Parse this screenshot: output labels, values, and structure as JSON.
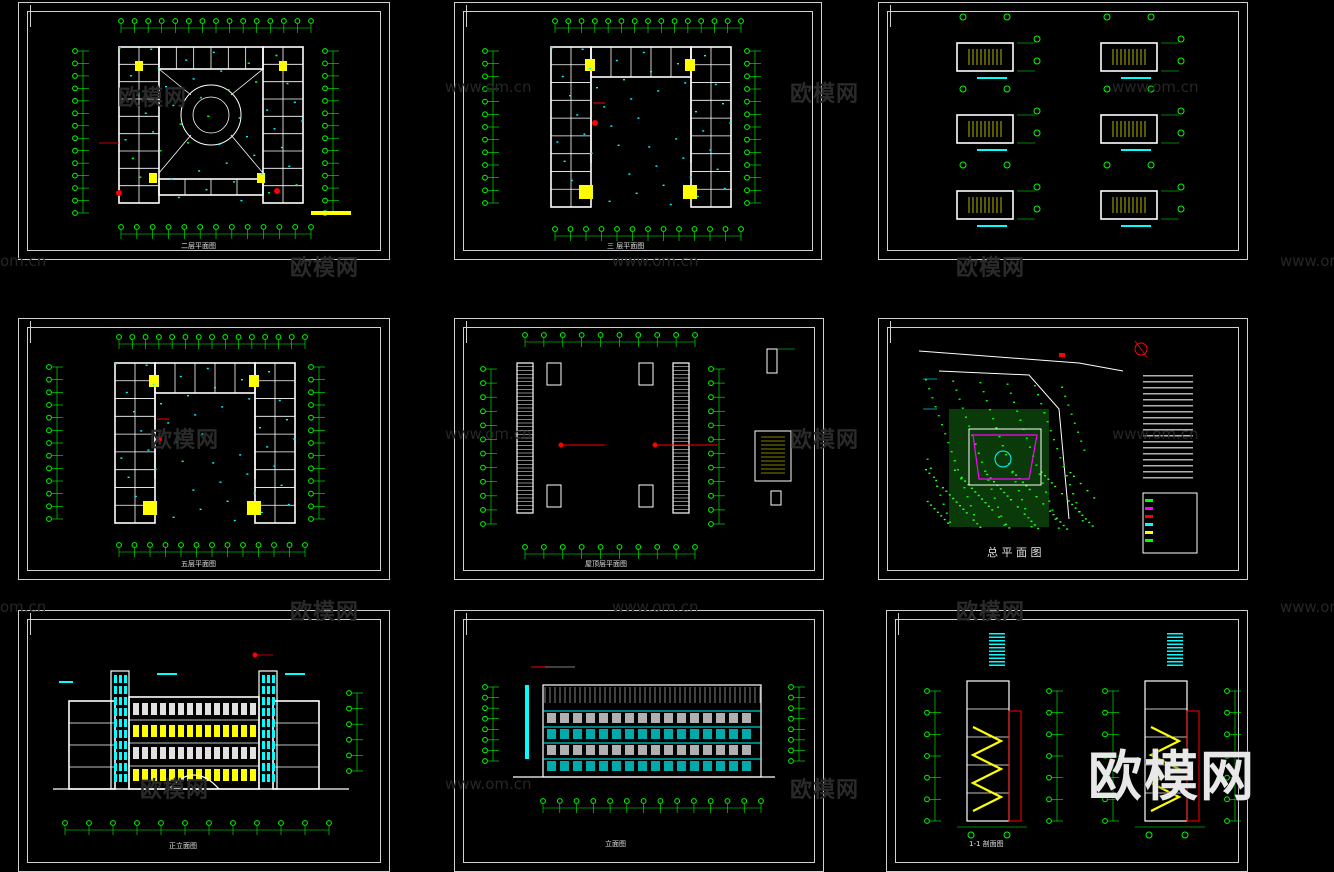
{
  "watermark": {
    "brand": "欧模网",
    "url": "www.om.cn",
    "url_fragment": "om.cn",
    "big": "欧模网"
  },
  "sheets": [
    {
      "id": "s1",
      "kind": "floor-plan-courtyard-round",
      "caption": "二层平面图"
    },
    {
      "id": "s2",
      "kind": "floor-plan-courtyard-open",
      "caption": "三 层平面图"
    },
    {
      "id": "s3",
      "kind": "stair-details",
      "caption": ""
    },
    {
      "id": "s4",
      "kind": "floor-plan-courtyard-open",
      "caption": "五层平面图"
    },
    {
      "id": "s5",
      "kind": "roof-plan",
      "caption": "屋顶层平面图"
    },
    {
      "id": "s6",
      "kind": "site-plan",
      "caption": "总 平 面 图"
    },
    {
      "id": "s7",
      "kind": "front-elevation",
      "caption": "正立面图"
    },
    {
      "id": "s8",
      "kind": "side-elevation",
      "caption": "立面图"
    },
    {
      "id": "s9",
      "kind": "sections",
      "caption": "1-1 剖面图"
    }
  ],
  "colors": {
    "background": "#000000",
    "frame": "#d0d0d0",
    "axis": "#00ff00",
    "wall": "#ffffff",
    "annotation": "#00ffff",
    "highlight": "#ffff00",
    "marker": "#ff0000",
    "dim": "#00cc00"
  }
}
